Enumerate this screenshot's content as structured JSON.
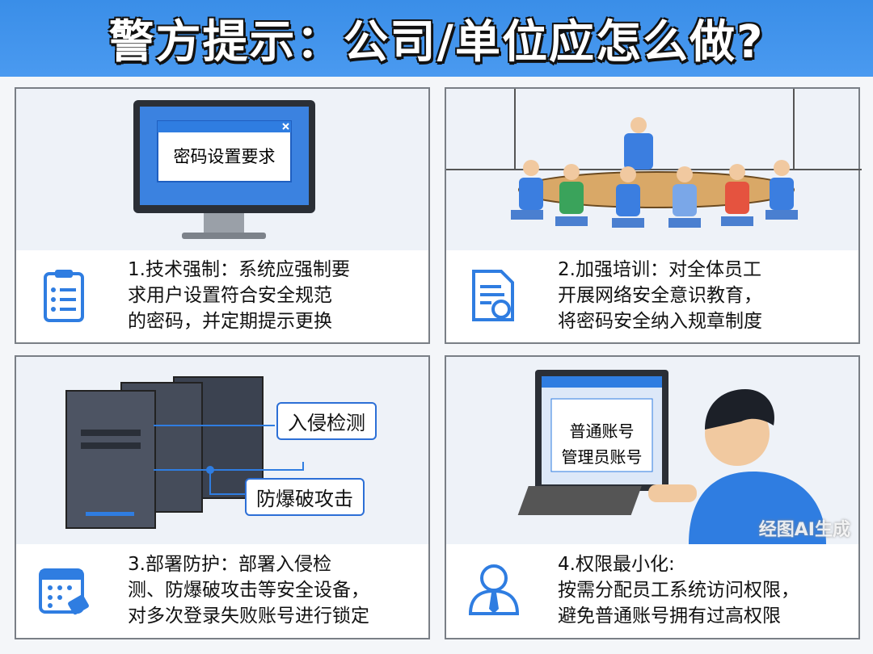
{
  "header": {
    "title": "警方提示：公司/单位应怎么做?"
  },
  "panels": [
    {
      "screen_text": "密码设置要求",
      "icon": "clipboard-icon",
      "lines": [
        "1.技术强制：系统应强制要",
        "求用户设置符合安全规范",
        "的密码，并定期提示更换"
      ]
    },
    {
      "icon": "document-shield-icon",
      "lines": [
        "2.加强培训：对全体员工",
        "开展网络安全意识教育，",
        "将密码安全纳入规章制度"
      ]
    },
    {
      "labels": [
        "入侵检测",
        "防爆破攻击"
      ],
      "icon": "calendar-lock-icon",
      "lines": [
        "3.部署防护：部署入侵检",
        "测、防爆破攻击等安全设备，",
        "对多次登录失败账号进行锁定"
      ]
    },
    {
      "screen_lines": [
        "普通账号",
        "管理员账号"
      ],
      "icon": "user-icon",
      "lines": [
        "4.权限最小化:",
        "按需分配员工系统访问权限，",
        "避免普通账号拥有过高权限"
      ]
    }
  ],
  "watermark": "经图AI生成",
  "colors": {
    "accent": "#2f7de1",
    "header": "#3a8ee8"
  }
}
